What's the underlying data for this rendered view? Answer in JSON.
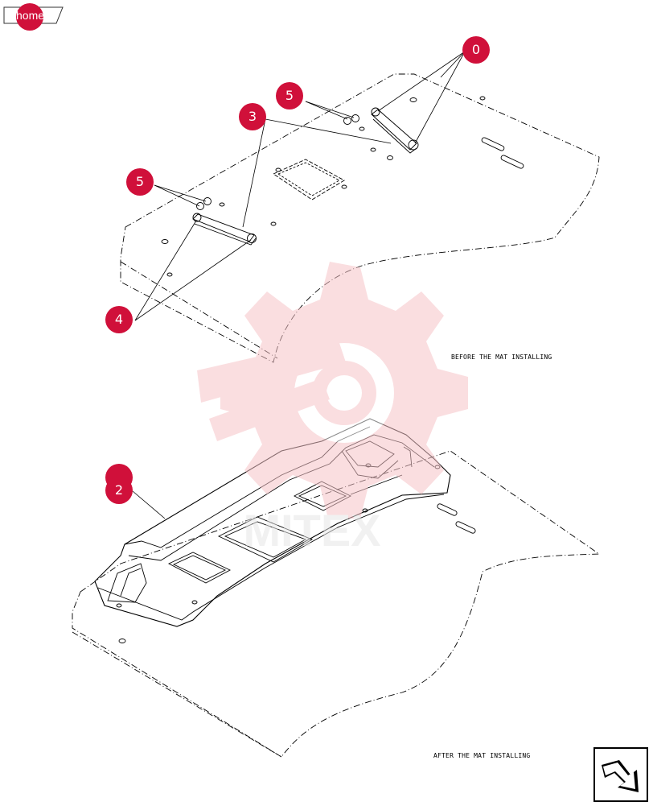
{
  "home_label": "home",
  "callouts": [
    {
      "label": "0"
    },
    {
      "label": "5"
    },
    {
      "label": "3"
    },
    {
      "label": "5"
    },
    {
      "label": "4"
    },
    {
      "label": "2"
    }
  ],
  "notes": {
    "before": "BEFORE THE MAT INSTALLING",
    "after": "AFTER THE MAT INSTALLING"
  },
  "watermark_text": "MITEX",
  "colors": {
    "callout": "#d0103a",
    "watermark": "#f6c4c8",
    "line": "#000000"
  },
  "icons": {
    "nav": "navigation-arrow-icon"
  }
}
